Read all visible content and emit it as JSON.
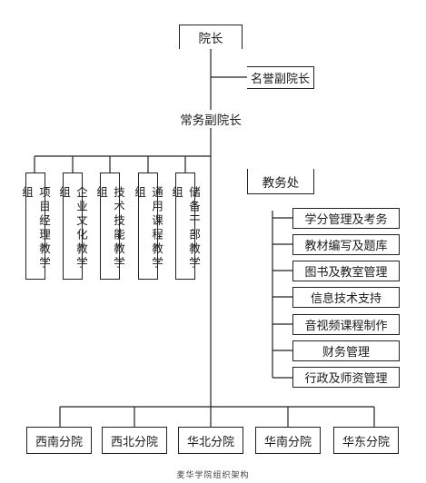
{
  "org_chart": {
    "president": "院长",
    "honorary_vp": "名誉副院长",
    "executive_vp": "常务副院长",
    "academic_office": "教务处",
    "teaching_groups": [
      "项目经理教学组",
      "企业文化教学组",
      "技术技能教学组",
      "通用课程教学组",
      "储备干部教学组"
    ],
    "departments": [
      "学分管理及考务",
      "教材编写及题库",
      "图书及教室管理",
      "信息技术支持",
      "音视频课程制作",
      "财务管理",
      "行政及师资管理"
    ],
    "branches": [
      "西南分院",
      "西北分院",
      "华北分院",
      "华南分院",
      "华东分院"
    ]
  },
  "caption": "麦华学院组织架构"
}
